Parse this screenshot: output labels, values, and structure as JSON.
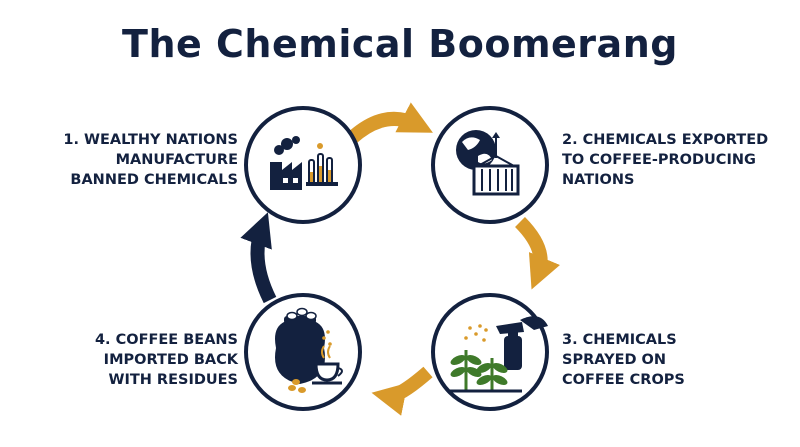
{
  "title": "The Chemical Boomerang",
  "steps": [
    {
      "label": "1. WEALTHY NATIONS\nMANUFACTURE\nBANNED CHEMICALS",
      "icon": "factory-lab-icon"
    },
    {
      "label": "2. CHEMICALS EXPORTED\nTO COFFEE-PRODUCING\nNATIONS",
      "icon": "globe-container-icon"
    },
    {
      "label": "3. CHEMICALS\nSPRAYED ON\nCOFFEE CROPS",
      "icon": "spray-plants-icon"
    },
    {
      "label": "4. COFFEE BEANS\nIMPORTED BACK\nWITH RESIDUES",
      "icon": "coffee-sack-cup-icon"
    }
  ],
  "colors": {
    "navy": "#13213f",
    "gold": "#d99a2b",
    "green": "#3f7a2a"
  }
}
